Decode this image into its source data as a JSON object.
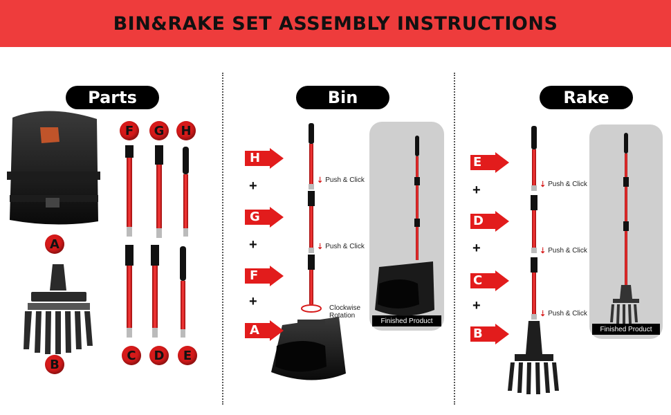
{
  "title": "BIN&RAKE SET ASSEMBLY INSTRUCTIONS",
  "sections": {
    "parts": "Parts",
    "bin": "Bin",
    "rake": "Rake"
  },
  "parts_labels": [
    "A",
    "B",
    "F",
    "G",
    "H",
    "C",
    "D",
    "E"
  ],
  "bin_steps": [
    "H",
    "G",
    "F",
    "A"
  ],
  "rake_steps": [
    "E",
    "D",
    "C",
    "B"
  ],
  "plus": "+",
  "push_click": "Push & Click",
  "clockwise": "Clockwise",
  "rotation": "Rotation",
  "finished_product": "Finished Product",
  "colors": {
    "banner": "#ee3c3c",
    "accent": "#d61a1a",
    "pill": "#000000",
    "panel": "#cfcfcf"
  }
}
